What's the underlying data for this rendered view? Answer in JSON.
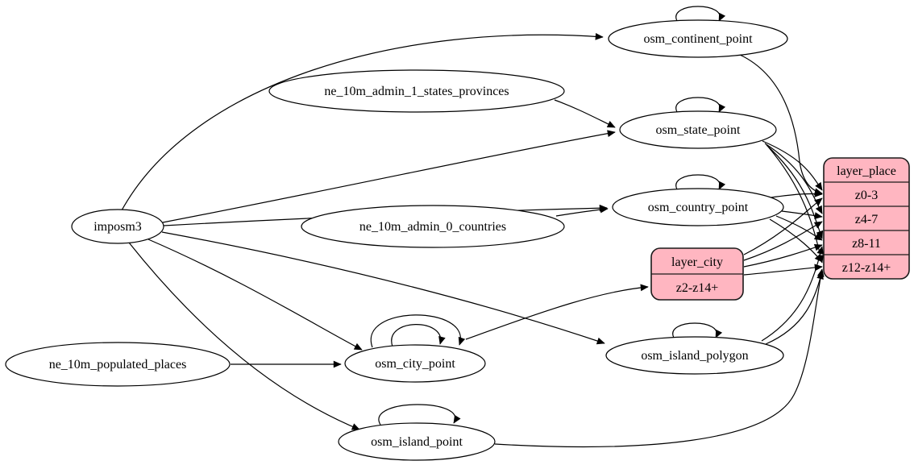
{
  "diagram": {
    "type": "etl-graph",
    "colors": {
      "record_fill": "#ffb6c1",
      "node_fill": "#ffffff",
      "edge": "#000000",
      "background": "#ffffff"
    },
    "ellipse_nodes": [
      {
        "id": "imposm3",
        "label": "imposm3"
      },
      {
        "id": "ne_10m_admin_1_states_provinces",
        "label": "ne_10m_admin_1_states_provinces"
      },
      {
        "id": "ne_10m_admin_0_countries",
        "label": "ne_10m_admin_0_countries"
      },
      {
        "id": "ne_10m_populated_places",
        "label": "ne_10m_populated_places"
      },
      {
        "id": "osm_continent_point",
        "label": "osm_continent_point"
      },
      {
        "id": "osm_state_point",
        "label": "osm_state_point"
      },
      {
        "id": "osm_country_point",
        "label": "osm_country_point"
      },
      {
        "id": "osm_city_point",
        "label": "osm_city_point"
      },
      {
        "id": "osm_island_polygon",
        "label": "osm_island_polygon"
      },
      {
        "id": "osm_island_point",
        "label": "osm_island_point"
      }
    ],
    "record_nodes": [
      {
        "id": "layer_city",
        "title": "layer_city",
        "rows": [
          "z2-z14+"
        ]
      },
      {
        "id": "layer_place",
        "title": "layer_place",
        "rows": [
          "z0-3",
          "z4-7",
          "z8-11",
          "z12-z14+"
        ]
      }
    ],
    "edges": [
      {
        "from": "imposm3",
        "to": "osm_continent_point"
      },
      {
        "from": "imposm3",
        "to": "osm_state_point"
      },
      {
        "from": "imposm3",
        "to": "osm_country_point"
      },
      {
        "from": "imposm3",
        "to": "osm_city_point"
      },
      {
        "from": "imposm3",
        "to": "osm_island_polygon"
      },
      {
        "from": "imposm3",
        "to": "osm_island_point"
      },
      {
        "from": "ne_10m_admin_1_states_provinces",
        "to": "osm_state_point"
      },
      {
        "from": "ne_10m_admin_0_countries",
        "to": "osm_country_point"
      },
      {
        "from": "ne_10m_populated_places",
        "to": "osm_city_point"
      },
      {
        "from": "osm_continent_point",
        "to": "osm_continent_point",
        "self": true
      },
      {
        "from": "osm_state_point",
        "to": "osm_state_point",
        "self": true
      },
      {
        "from": "osm_country_point",
        "to": "osm_country_point",
        "self": true
      },
      {
        "from": "osm_city_point",
        "to": "osm_city_point",
        "self": true
      },
      {
        "from": "osm_city_point",
        "to": "osm_city_point",
        "self": true
      },
      {
        "from": "osm_island_polygon",
        "to": "osm_island_polygon",
        "self": true
      },
      {
        "from": "osm_island_point",
        "to": "osm_island_point",
        "self": true
      },
      {
        "from": "osm_continent_point",
        "to": "layer_place",
        "port": "z0-3"
      },
      {
        "from": "osm_state_point",
        "to": "layer_place",
        "port": "z0-3"
      },
      {
        "from": "osm_state_point",
        "to": "layer_place",
        "port": "z4-7"
      },
      {
        "from": "osm_state_point",
        "to": "layer_place",
        "port": "z8-11"
      },
      {
        "from": "osm_state_point",
        "to": "layer_place",
        "port": "z12-z14+"
      },
      {
        "from": "osm_country_point",
        "to": "layer_place",
        "port": "z0-3"
      },
      {
        "from": "osm_country_point",
        "to": "layer_place",
        "port": "z4-7"
      },
      {
        "from": "osm_country_point",
        "to": "layer_place",
        "port": "z8-11"
      },
      {
        "from": "osm_country_point",
        "to": "layer_place",
        "port": "z12-z14+"
      },
      {
        "from": "osm_city_point",
        "to": "layer_city",
        "port": "z2-z14+"
      },
      {
        "from": "layer_city",
        "to": "layer_place",
        "port": "z0-3"
      },
      {
        "from": "layer_city",
        "to": "layer_place",
        "port": "z4-7"
      },
      {
        "from": "layer_city",
        "to": "layer_place",
        "port": "z8-11"
      },
      {
        "from": "layer_city",
        "to": "layer_place",
        "port": "z12-z14+"
      },
      {
        "from": "osm_island_polygon",
        "to": "layer_place",
        "port": "z8-11"
      },
      {
        "from": "osm_island_polygon",
        "to": "layer_place",
        "port": "z12-z14+"
      },
      {
        "from": "osm_island_point",
        "to": "layer_place",
        "port": "z12-z14+"
      }
    ]
  }
}
